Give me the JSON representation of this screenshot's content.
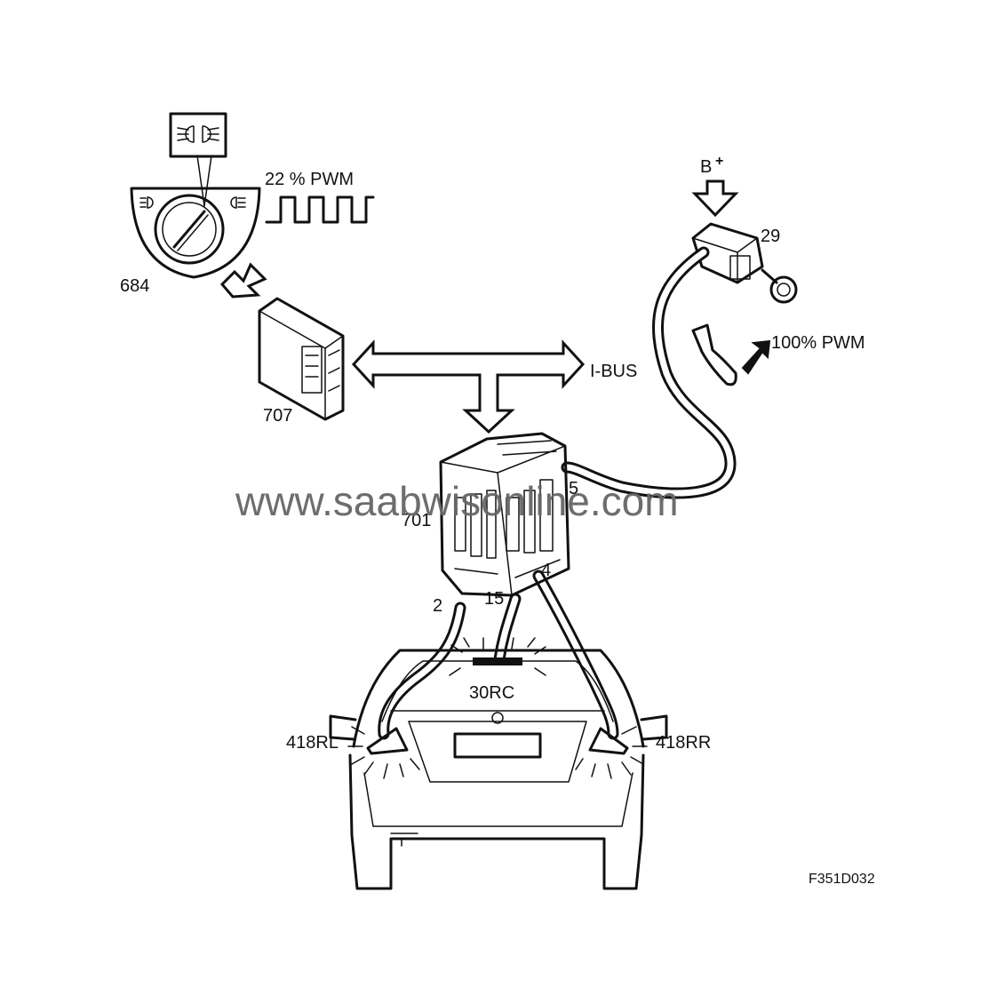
{
  "diagram": {
    "switch_label": "684",
    "pwm_label": "22 % PWM",
    "module_707_label": "707",
    "bus_label": "I-BUS",
    "b_plus_label": "B",
    "b_plus_sup": "+",
    "brake_switch_label": "29",
    "brake_pwm_label": "100% PWM",
    "fusebox_label": "701",
    "pin_5": "5",
    "pin_2": "2",
    "pin_15": "15",
    "pin_4": "4",
    "center_lamp_label": "30RC",
    "lamp_left_label": "418RL",
    "lamp_right_label": "418RR",
    "figure_code": "F351D032",
    "watermark": "www.saabwisonline.com"
  }
}
